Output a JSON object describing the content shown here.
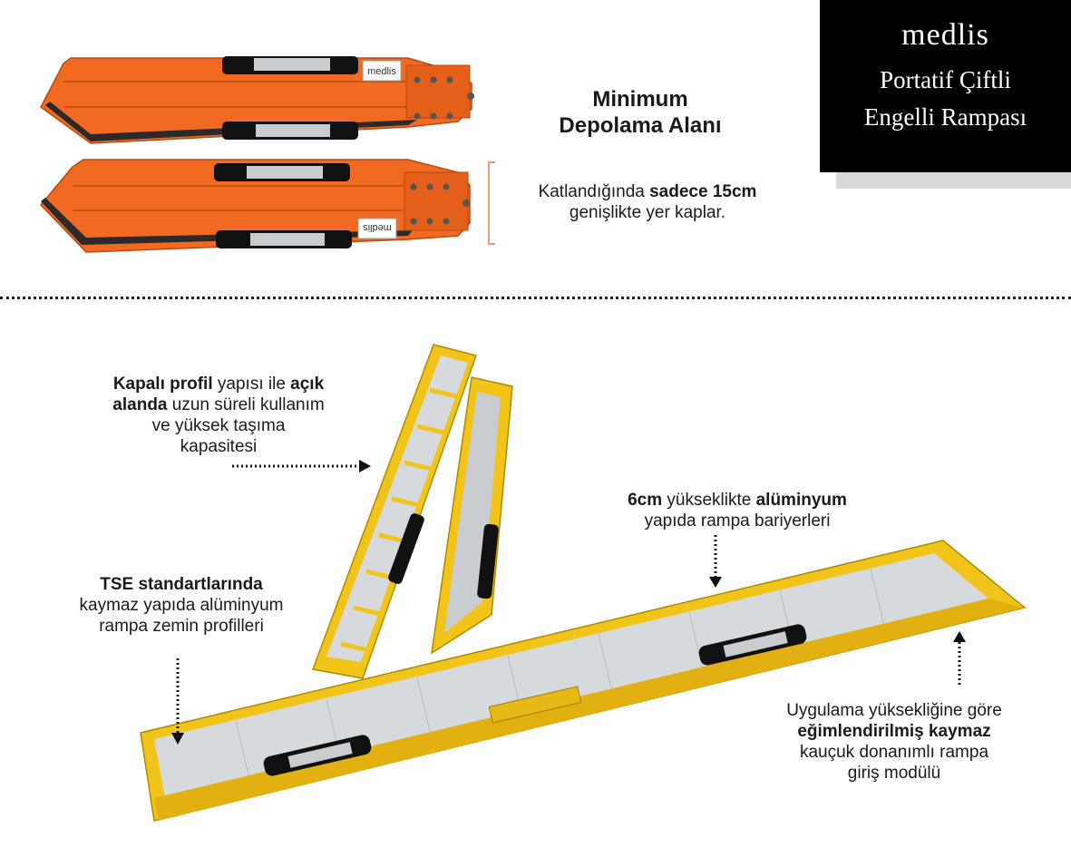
{
  "brand": {
    "name": "medlis",
    "subtitle_line1": "Portatif Çiftli",
    "subtitle_line2": "Engelli Rampası"
  },
  "storage": {
    "heading_line1": "Minimum",
    "heading_line2": "Depolama Alanı",
    "text_pre": "Katlandığında ",
    "text_bold": "sadece 15cm",
    "text_line2": "genişlikte yer kaplar."
  },
  "ramp_labels": {
    "folded_logo": "medlis",
    "profile": {
      "b1": "Kapalı profil",
      "t1": " yapısı ile ",
      "b2": "açık",
      "b3": "alanda",
      "t2": " uzun süreli kullanım",
      "line3": "ve yüksek taşıma",
      "line4": "kapasitesi"
    },
    "barrier": {
      "b1": "6cm",
      "t1": " yükseklikte ",
      "b2": "alüminyum",
      "line2": "yapıda rampa bariyerleri"
    },
    "floor": {
      "b1": "TSE standartlarında",
      "line2": "kaymaz yapıda alüminyum",
      "line3": "rampa zemin profilleri"
    },
    "entry": {
      "line1": "Uygulama yüksekliğine göre",
      "b1": "eğimlendirilmiş kaymaz",
      "line3": "kauçuk donanımlı rampa",
      "line4": "giriş modülü"
    }
  },
  "colors": {
    "orange": "#f26a21",
    "yellow": "#f0c419",
    "aluminum": "#d7dadd",
    "black": "#000000",
    "accent_bracket": "#e3a07a"
  }
}
